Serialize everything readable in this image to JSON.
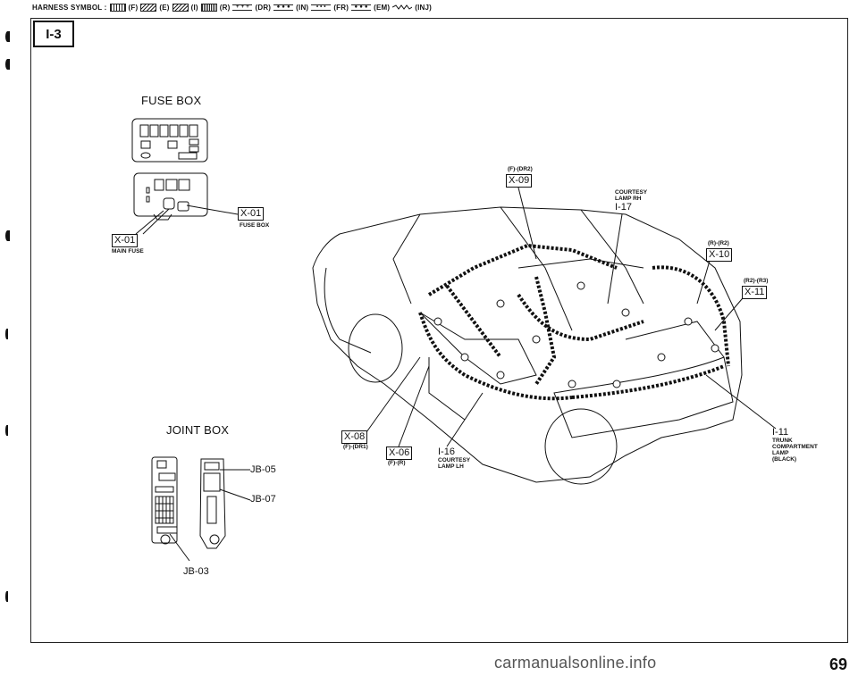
{
  "legend": {
    "prefix": "HARNESS SYMBOL :",
    "items": [
      {
        "code": "(F)",
        "style": "f"
      },
      {
        "code": "(E)",
        "style": "e"
      },
      {
        "code": "(I)",
        "style": "i"
      },
      {
        "code": "(R)",
        "style": "r"
      },
      {
        "code": "(DR)",
        "style": "dr"
      },
      {
        "code": "(IN)",
        "style": "dr"
      },
      {
        "code": "(FR)",
        "style": "dr"
      },
      {
        "code": "(EM)",
        "style": "inj"
      },
      {
        "code": "(INJ)",
        "style": "none"
      }
    ]
  },
  "page_badge": "I-3",
  "fuse_box": {
    "title": "FUSE BOX",
    "connector_code": "X-01",
    "connector_desc": "FUSE BOX",
    "main_fuse_code": "X-01",
    "main_fuse_desc": "MAIN FUSE"
  },
  "joint_box": {
    "title": "JOINT BOX",
    "labels": [
      "JB-05",
      "JB-07",
      "JB-03"
    ]
  },
  "vehicle": {
    "x09_code": "X-09",
    "x09_sub": "(F)-(DR2)",
    "courtesy_rh_desc": "COURTESY\nLAMP RH",
    "courtesy_rh_code": "I-17",
    "x10_code": "X-10",
    "x10_sub": "(R)-(R2)",
    "x11_code": "X-11",
    "x11_sub": "(R2)-(R3)",
    "x08_code": "X-08",
    "x08_sub": "(F)-(DR1)",
    "x06_code": "X-06",
    "x06_sub": "(F)-(R)",
    "i16_code": "I-16",
    "i16_desc": "COURTESY\nLAMP LH",
    "i11_code": "I-11",
    "i11_desc": "TRUNK\nCOMPARTMENT\nLAMP\n(BLACK)"
  },
  "page_number": "69",
  "watermark": "carmanualsonline.info"
}
